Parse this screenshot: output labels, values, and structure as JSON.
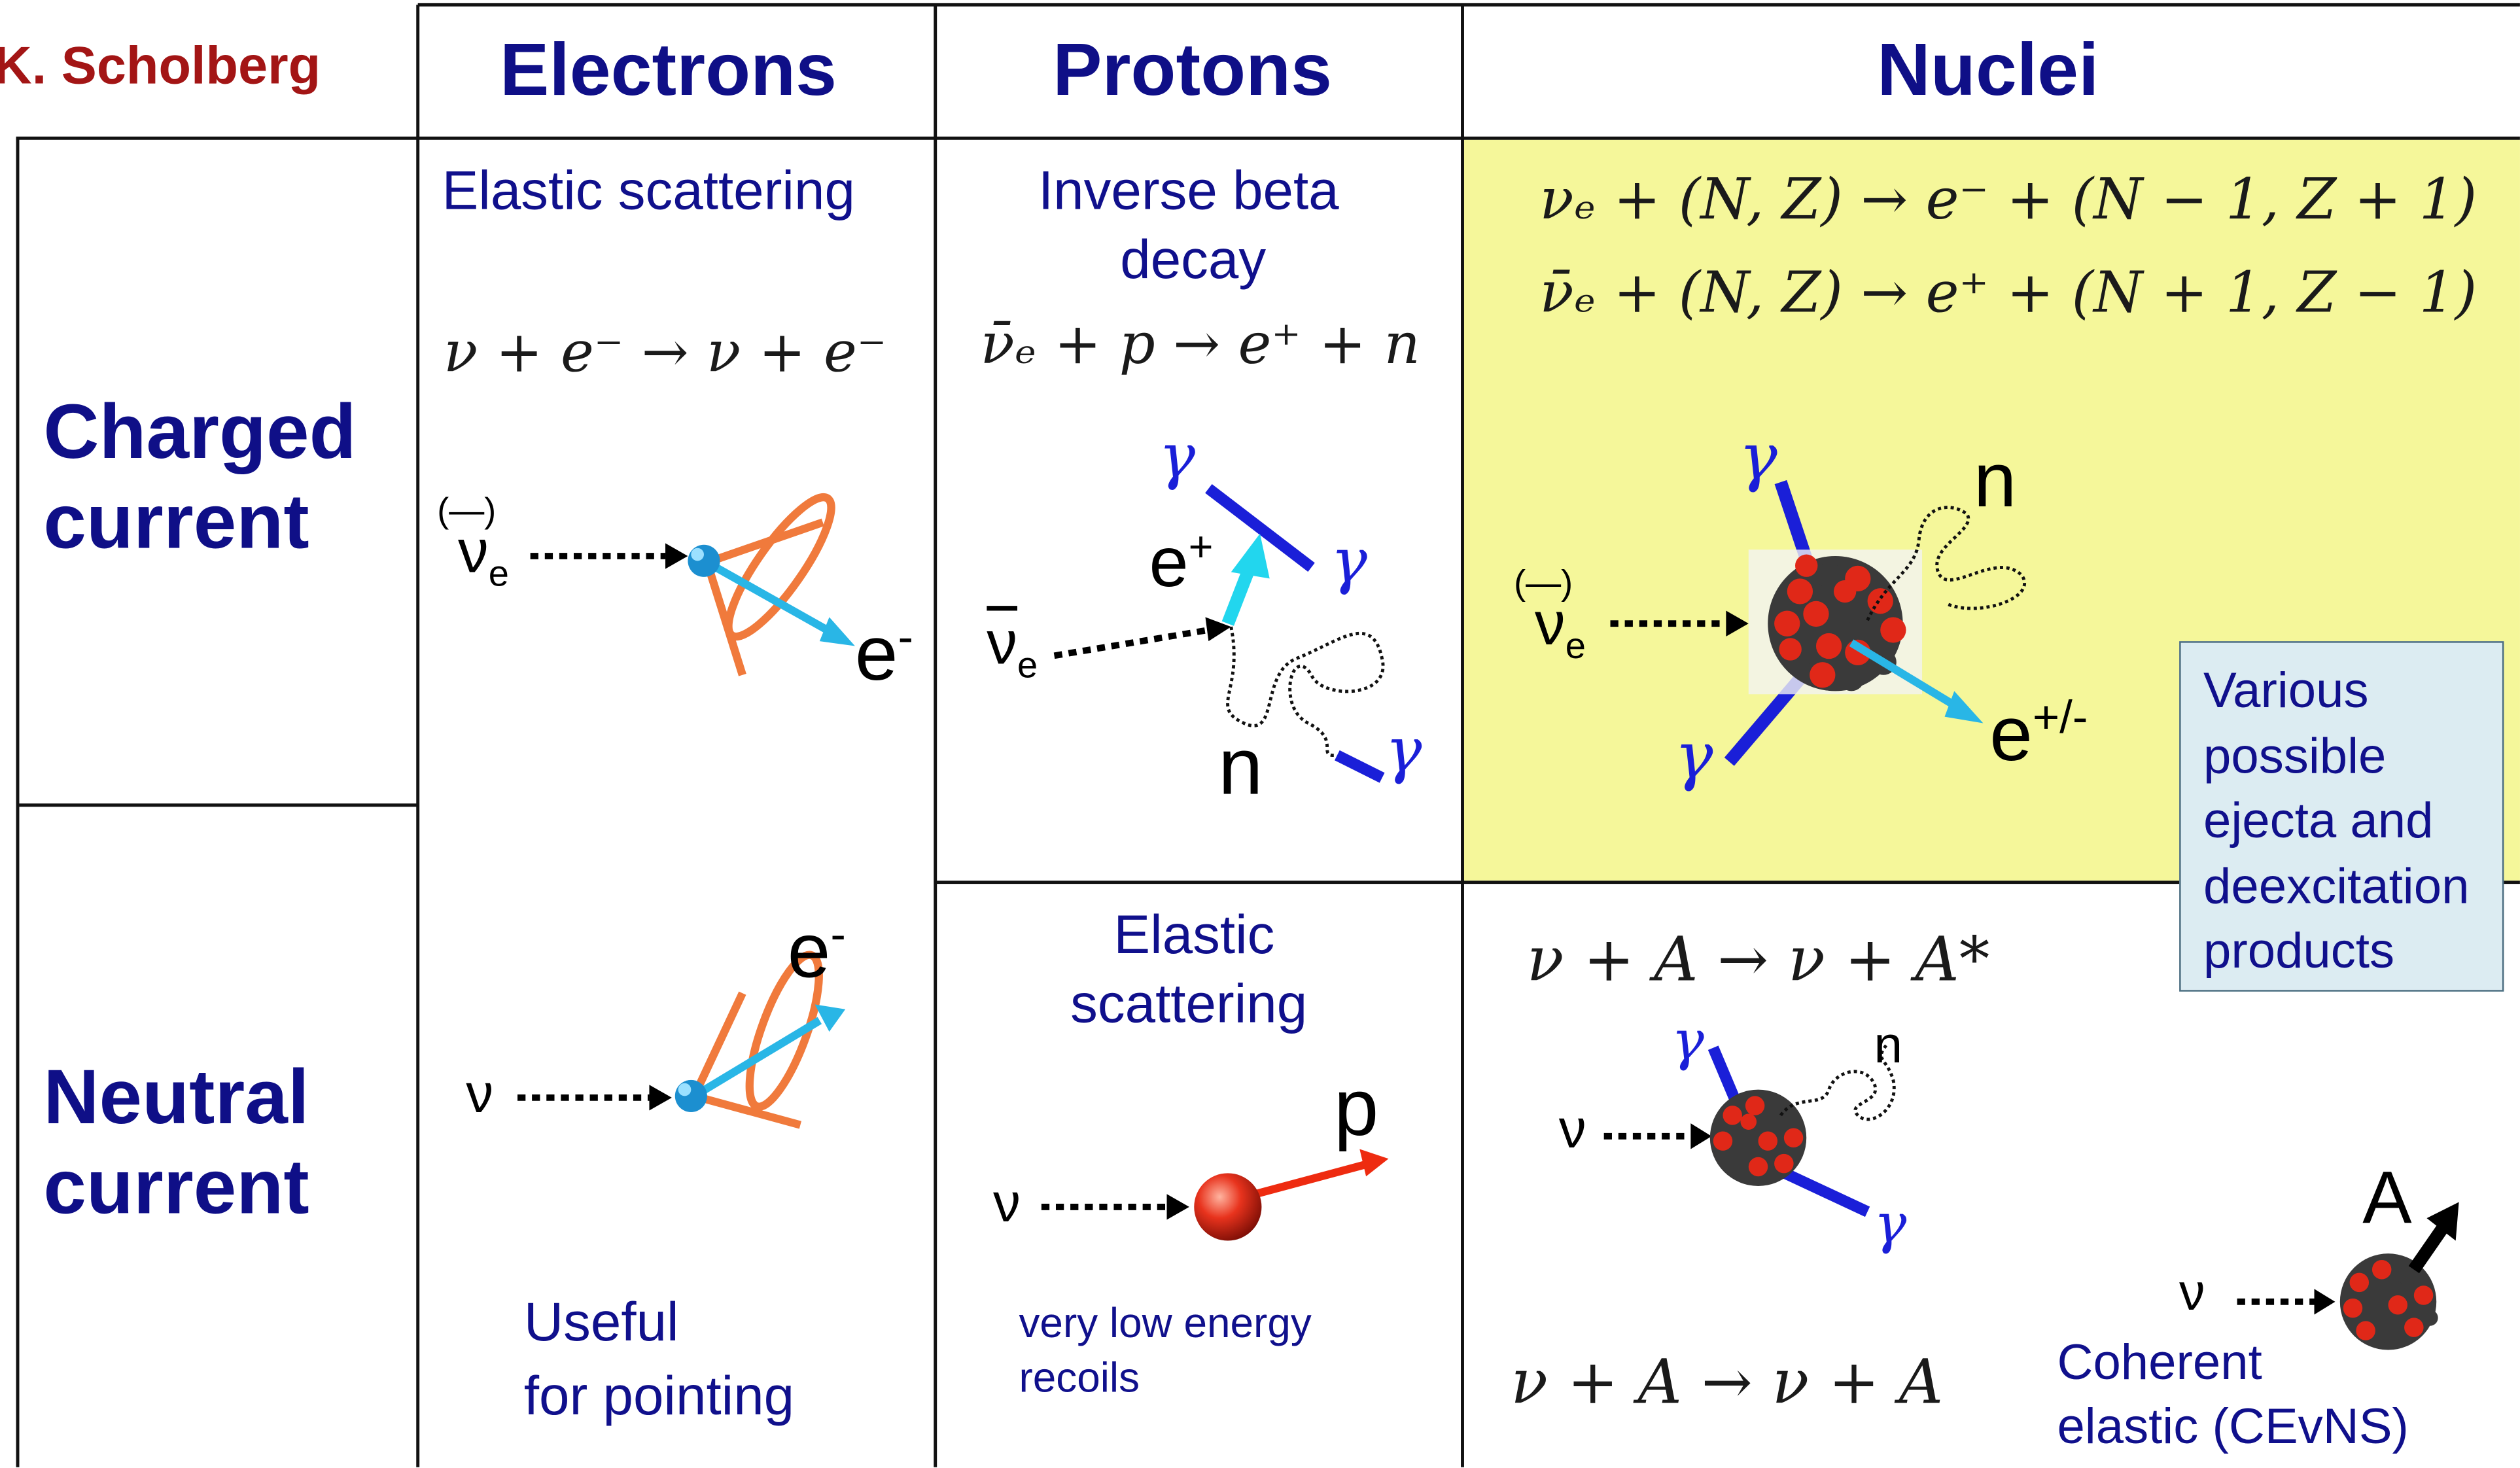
{
  "author": "K. Scholberg",
  "headers": {
    "electrons": "Electrons",
    "protons": "Protons",
    "nuclei": "Nuclei"
  },
  "rows": {
    "charged": "Charged current",
    "neutral": "Neutral current"
  },
  "electrons": {
    "cc_title": "Elastic scattering",
    "cc_equation": "ν + e⁻ → ν + e⁻",
    "cc_nu_label": "ν",
    "cc_nu_sub": "e",
    "cc_bar": "(—)",
    "cc_out_label": "e",
    "cc_out_sup": "-",
    "nc_out_label": "e",
    "nc_out_sup": "-",
    "nc_nu_label": "ν",
    "note_line1": "Useful",
    "note_line2": "for pointing"
  },
  "protons": {
    "cc_title_line1": "Inverse beta",
    "cc_title_line2": "decay",
    "cc_equation": "ν̄ₑ + p → e⁺ + n",
    "cc_nu_label": "ν",
    "cc_nu_sub": "e",
    "cc_positron": "e",
    "cc_positron_sup": "+",
    "cc_neutron": "n",
    "gamma": "γ",
    "nc_title_line1": "Elastic",
    "nc_title_line2": "scattering",
    "nc_nu_label": "ν",
    "nc_out_label": "p",
    "nc_note_line1": "very low energy",
    "nc_note_line2": "recoils"
  },
  "nuclei": {
    "cc_equation1": "νₑ + (N, Z) → e⁻ + (N − 1, Z + 1)",
    "cc_equation2": "ν̄ₑ + (N, Z) → e⁺ + (N + 1, Z − 1)",
    "cc_nu_label": "ν",
    "cc_nu_sub": "e",
    "cc_bar": "(—)",
    "cc_neutron": "n",
    "cc_out_label": "e",
    "cc_out_sup": "+/-",
    "gamma": "γ",
    "callout": "Various possible ejecta and deexcitation products",
    "nc_equation1": "ν + A → ν + A*",
    "nc_equation2": "ν + A → ν + A",
    "nc_nu_label": "ν",
    "nc_neutron": "n",
    "cevns_out_label": "A",
    "cevns_line1": "Coherent",
    "cevns_line2": "elastic (CEvNS)"
  },
  "colors": {
    "header_text": "#0f0f87",
    "author_text": "#a31515",
    "nuclei_cc_highlight": "#f5f79a",
    "callout_fill": "#dcecf2",
    "gamma_line": "#1a1fd8",
    "cone": "#f07a3c",
    "electron_arrow": "#29b6e6",
    "proton_arrow": "#ee2b10",
    "nucleon_red": "#e02818",
    "nucleon_dark": "#3a3a3a"
  }
}
